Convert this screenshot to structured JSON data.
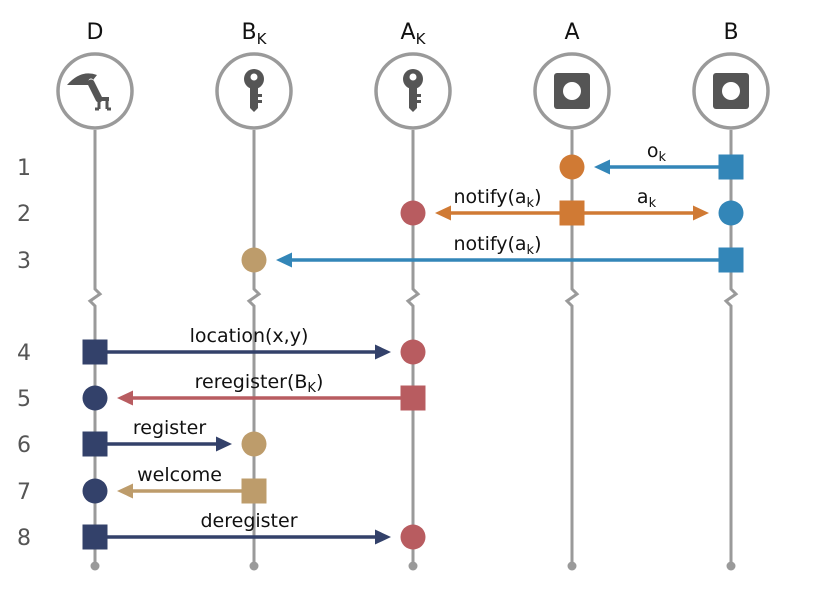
{
  "actors": [
    {
      "id": "D",
      "label": "D",
      "sub": "",
      "icon": "robot-arm-icon"
    },
    {
      "id": "BK",
      "label": "B",
      "sub": "K",
      "icon": "key-icon"
    },
    {
      "id": "AK",
      "label": "A",
      "sub": "K",
      "icon": "key-icon"
    },
    {
      "id": "A",
      "label": "A",
      "sub": "",
      "icon": "device-icon"
    },
    {
      "id": "B",
      "label": "B",
      "sub": "",
      "icon": "device-icon"
    }
  ],
  "rows": [
    "1",
    "2",
    "3",
    "4",
    "5",
    "6",
    "7",
    "8"
  ],
  "colors": {
    "navy": "#33416a",
    "tan": "#bd9c6b",
    "red": "#b85c60",
    "orange": "#d07a34",
    "blue": "#3386b8",
    "lifeline": "#9a9a9a",
    "icon": "#555555"
  },
  "messages": [
    {
      "row": 1,
      "from": "B",
      "to": "A",
      "label": "o",
      "sub": "k",
      "color": "blue"
    },
    {
      "row": 2,
      "from": "A",
      "to": "AK",
      "label": "notify(a",
      "sub": "k",
      "suffix": ")",
      "color": "orange"
    },
    {
      "row": 2,
      "from": "A",
      "to": "B",
      "label": "a",
      "sub": "k",
      "color": "orange"
    },
    {
      "row": 3,
      "from": "B",
      "to": "BK",
      "label": "notify(a",
      "sub": "k",
      "suffix": ")",
      "color": "blue"
    },
    {
      "row": 4,
      "from": "D",
      "to": "AK",
      "label": "location(x,y)",
      "color": "navy"
    },
    {
      "row": 5,
      "from": "AK",
      "to": "D",
      "label": "reregister(B",
      "sub": "K",
      "suffix": ")",
      "color": "red"
    },
    {
      "row": 6,
      "from": "D",
      "to": "BK",
      "label": "register",
      "color": "navy"
    },
    {
      "row": 7,
      "from": "BK",
      "to": "D",
      "label": "welcome",
      "color": "tan"
    },
    {
      "row": 8,
      "from": "D",
      "to": "AK",
      "label": "deregister",
      "color": "navy"
    }
  ],
  "receivers": [
    {
      "row": 1,
      "actor": "A",
      "color": "orange"
    },
    {
      "row": 2,
      "actor": "AK",
      "color": "red"
    },
    {
      "row": 2,
      "actor": "B",
      "color": "blue"
    },
    {
      "row": 3,
      "actor": "BK",
      "color": "tan"
    },
    {
      "row": 4,
      "actor": "AK",
      "color": "red"
    },
    {
      "row": 5,
      "actor": "D",
      "color": "navy"
    },
    {
      "row": 6,
      "actor": "BK",
      "color": "tan"
    },
    {
      "row": 7,
      "actor": "D",
      "color": "navy"
    },
    {
      "row": 8,
      "actor": "AK",
      "color": "red"
    }
  ],
  "senders": [
    {
      "row": 1,
      "actor": "B",
      "color": "blue"
    },
    {
      "row": 2,
      "actor": "A",
      "color": "orange"
    },
    {
      "row": 3,
      "actor": "B",
      "color": "blue"
    },
    {
      "row": 4,
      "actor": "D",
      "color": "navy"
    },
    {
      "row": 5,
      "actor": "AK",
      "color": "red"
    },
    {
      "row": 6,
      "actor": "D",
      "color": "navy"
    },
    {
      "row": 7,
      "actor": "BK",
      "color": "tan"
    },
    {
      "row": 8,
      "actor": "D",
      "color": "navy"
    }
  ]
}
